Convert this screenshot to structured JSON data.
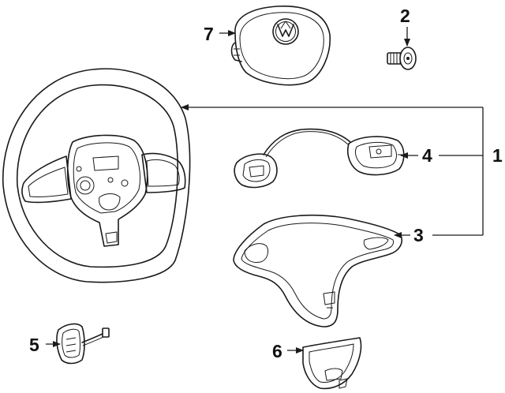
{
  "colors": {
    "line": "#1a1a1a",
    "background": "#ffffff"
  },
  "callouts": {
    "c1": "1",
    "c2": "2",
    "c3": "3",
    "c4": "4",
    "c5": "5",
    "c6": "6",
    "c7": "7"
  },
  "parts": [
    {
      "callout": "1",
      "icon": "steering-wheel-icon"
    },
    {
      "callout": "2",
      "icon": "bolt-icon"
    },
    {
      "callout": "3",
      "icon": "trim-cover-icon"
    },
    {
      "callout": "4",
      "icon": "switch-harness-icon"
    },
    {
      "callout": "5",
      "icon": "sensor-icon"
    },
    {
      "callout": "6",
      "icon": "lower-cover-icon"
    },
    {
      "callout": "7",
      "icon": "air-bag-icon"
    }
  ]
}
